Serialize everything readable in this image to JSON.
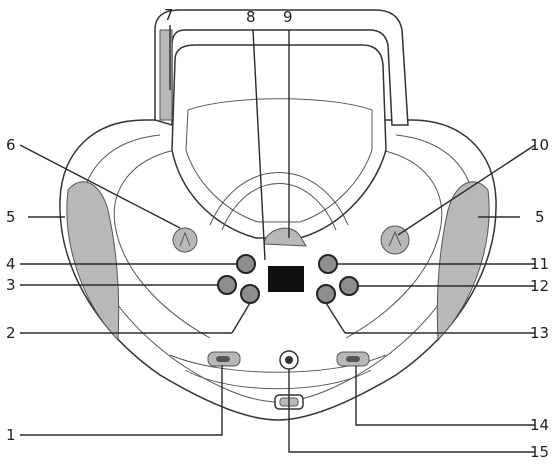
{
  "callouts": [
    {
      "id": "1",
      "text": "1"
    },
    {
      "id": "2",
      "text": "2"
    },
    {
      "id": "3",
      "text": "3"
    },
    {
      "id": "4",
      "text": "4"
    },
    {
      "id": "5l",
      "text": "5"
    },
    {
      "id": "5r",
      "text": "5"
    },
    {
      "id": "6",
      "text": "6"
    },
    {
      "id": "7",
      "text": "7"
    },
    {
      "id": "8",
      "text": "8"
    },
    {
      "id": "9",
      "text": "9"
    },
    {
      "id": "10",
      "text": "10"
    },
    {
      "id": "11",
      "text": "11"
    },
    {
      "id": "12",
      "text": "12"
    },
    {
      "id": "13",
      "text": "13"
    },
    {
      "id": "14",
      "text": "14"
    },
    {
      "id": "15",
      "text": "15"
    }
  ],
  "colors": {
    "line": "#2a2a2a",
    "body_fill": "#ffffff",
    "shade_fill": "#b8b8b8",
    "button_fill": "#8e8e8e",
    "display_fill": "#111111"
  }
}
